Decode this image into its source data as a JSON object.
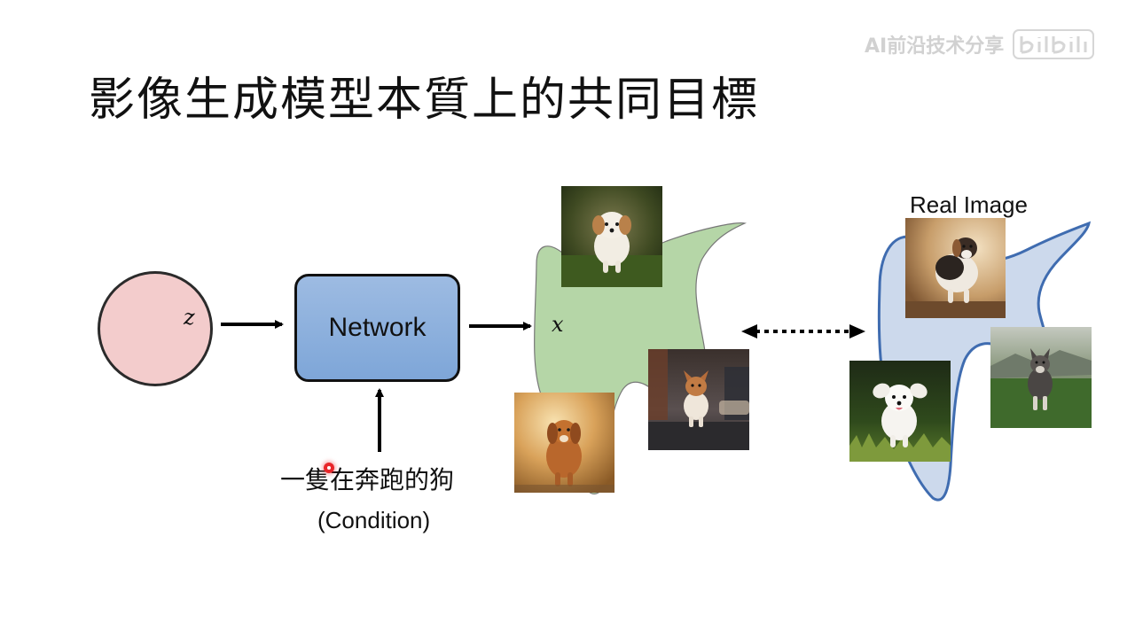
{
  "slide": {
    "title": "影像生成模型本質上的共同目標",
    "watermark": "AI前沿技术分享"
  },
  "diagram": {
    "latent_symbol": "z",
    "network_label": "Network",
    "output_symbol": "x",
    "condition_text": "一隻在奔跑的狗",
    "condition_label": "(Condition)",
    "real_image_label": "Real Image"
  },
  "images": {
    "generated": [
      {
        "name": "generated-dog-1",
        "depicts": "fluffy puppy running on grass"
      },
      {
        "name": "generated-dog-2",
        "depicts": "corgi-like dog running on city street"
      },
      {
        "name": "generated-dog-3",
        "depicts": "golden dog running on sunny dirt road"
      }
    ],
    "real": [
      {
        "name": "real-dog-1",
        "depicts": "tricolor dog running on dirt"
      },
      {
        "name": "real-dog-2",
        "depicts": "husky running in meadow"
      },
      {
        "name": "real-dog-3",
        "depicts": "small white dog running in grass"
      }
    ]
  },
  "colors": {
    "latent_fill": "#f3cccc",
    "network_fill": "#8fb1de",
    "generated_distribution": "#b5d6a7",
    "real_distribution": "#ccd9ec",
    "real_outline": "#3f6cb0",
    "cursor": "#e8262a"
  }
}
